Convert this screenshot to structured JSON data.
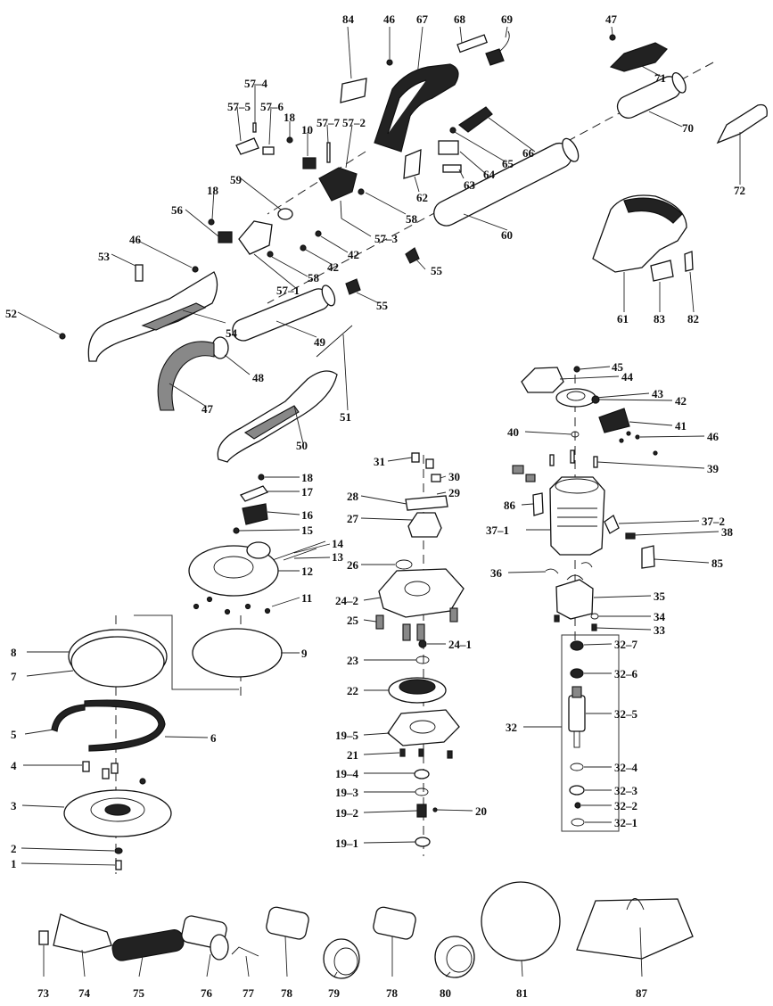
{
  "diagram": {
    "labels": {
      "p1": "1",
      "p2": "2",
      "p3": "3",
      "p4": "4",
      "p5": "5",
      "p6": "6",
      "p7": "7",
      "p8": "8",
      "p9": "9",
      "p10a": "10",
      "p11": "11",
      "p12": "12",
      "p13": "13",
      "p14": "14",
      "p15": "15",
      "p16": "16",
      "p17": "17",
      "p18a": "18",
      "p18b": "18",
      "p18c": "18",
      "p19_1": "19–1",
      "p19_2": "19–2",
      "p19_3": "19–3",
      "p19_4": "19–4",
      "p19_5": "19–5",
      "p20": "20",
      "p21": "21",
      "p22": "22",
      "p23": "23",
      "p24_1": "24–1",
      "p24_2": "24–2",
      "p25": "25",
      "p26": "26",
      "p27": "27",
      "p28": "28",
      "p29": "29",
      "p30": "30",
      "p31": "31",
      "p32": "32",
      "p32_1": "32–1",
      "p32_2": "32–2",
      "p32_3": "32–3",
      "p32_4": "32–4",
      "p32_5": "32–5",
      "p32_6": "32–6",
      "p32_7": "32–7",
      "p33": "33",
      "p34": "34",
      "p35": "35",
      "p36": "36",
      "p37_1": "37–1",
      "p37_2": "37–2",
      "p38": "38",
      "p39": "39",
      "p40": "40",
      "p41": "41",
      "p42a": "42",
      "p42b": "42",
      "p42c": "42",
      "p43": "43",
      "p44": "44",
      "p45": "45",
      "p46a": "46",
      "p46b": "46",
      "p46c": "46",
      "p47a": "47",
      "p47b": "47",
      "p48": "48",
      "p49": "49",
      "p50": "50",
      "p51": "51",
      "p52": "52",
      "p53": "53",
      "p54": "54",
      "p55a": "55",
      "p55b": "55",
      "p56": "56",
      "p57_1": "57–1",
      "p57_2": "57–2",
      "p57_3": "57–3",
      "p57_4": "57–4",
      "p57_5": "57–5",
      "p57_6": "57–6",
      "p57_7": "57–7",
      "p58a": "58",
      "p58b": "58",
      "p59": "59",
      "p60": "60",
      "p61": "61",
      "p62": "62",
      "p63": "63",
      "p64": "64",
      "p65": "65",
      "p66": "66",
      "p67": "67",
      "p68": "68",
      "p69": "69",
      "p70": "70",
      "p71": "71",
      "p72": "72",
      "p73": "73",
      "p74": "74",
      "p75": "75",
      "p76": "76",
      "p77": "77",
      "p78a": "78",
      "p78b": "78",
      "p79": "79",
      "p80": "80",
      "p81": "81",
      "p82": "82",
      "p83": "83",
      "p84": "84",
      "p85": "85",
      "p86": "86",
      "p87": "87"
    }
  }
}
